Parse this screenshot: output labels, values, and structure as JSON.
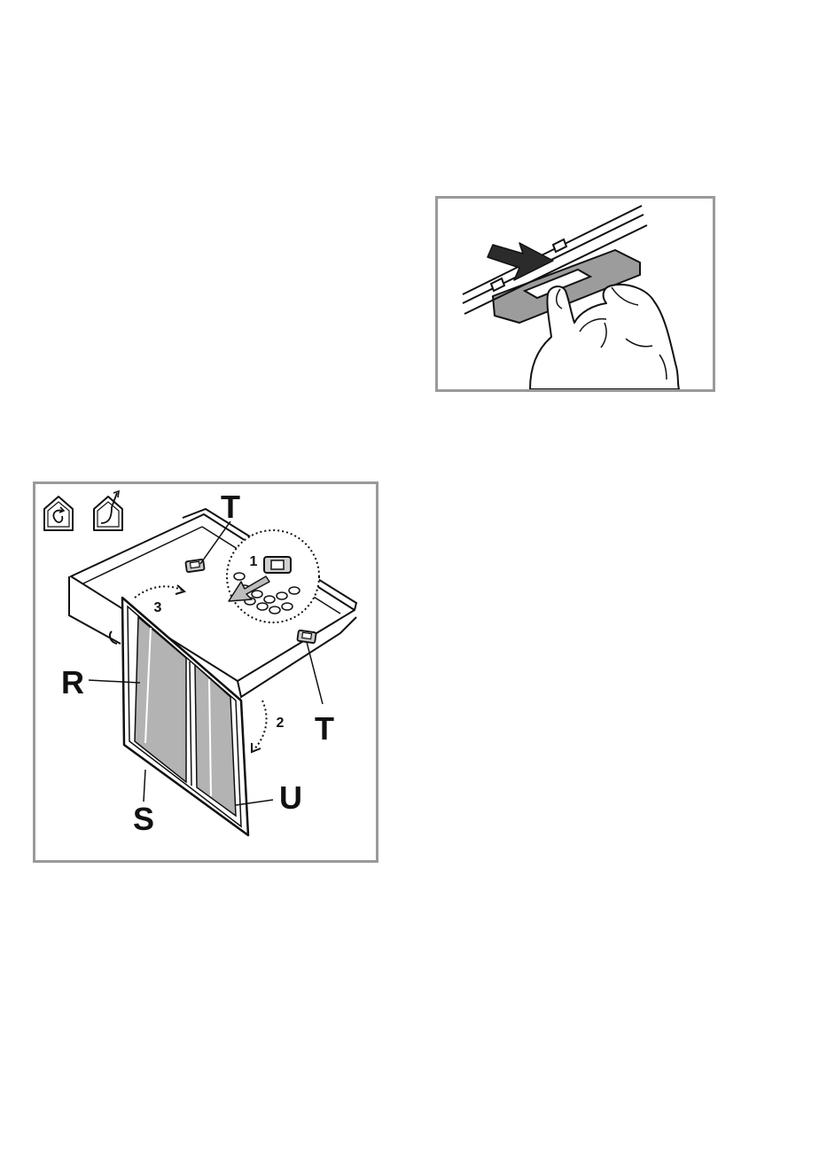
{
  "figures": [
    {
      "id": "filter-clip-release",
      "labels": []
    },
    {
      "id": "grease-filter-removal",
      "mode_icons": [
        "recirculation-mode-icon",
        "extraction-mode-icon"
      ],
      "labels": {
        "clip_top": "T",
        "clip_right": "T",
        "filter_mesh": "R",
        "filter_frame": "S",
        "filter_handle": "U"
      },
      "steps": {
        "step_1": "1",
        "step_2": "2",
        "step_3": "3"
      }
    }
  ],
  "colors": {
    "frame": "#9a9a9a",
    "line": "#111111",
    "shade": "#9c9c9c",
    "mesh": "#b3b3b3"
  }
}
